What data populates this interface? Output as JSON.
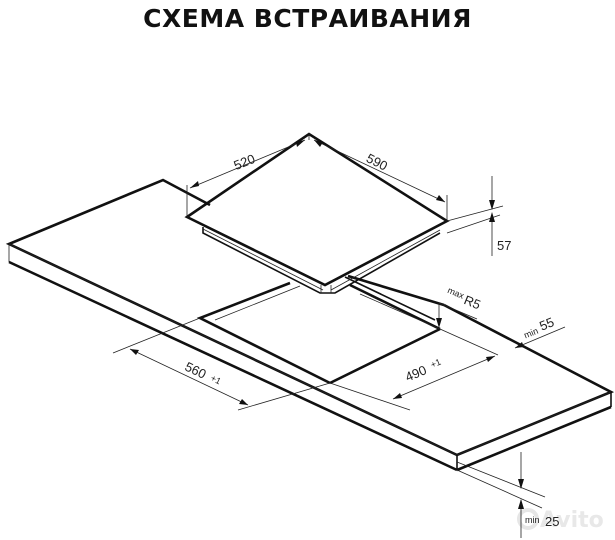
{
  "title": "СХЕМА ВСТРАИВАНИЯ",
  "dimensions": {
    "hob_depth": "520",
    "hob_width": "590",
    "hob_height": "57",
    "cutout_width": "560",
    "cutout_width_tol": "+1",
    "cutout_depth": "490",
    "cutout_depth_tol": "+1",
    "corner_radius_prefix": "max",
    "corner_radius": "R5",
    "back_clearance_prefix": "min",
    "back_clearance": "55",
    "worktop_thickness_prefix": "min",
    "worktop_thickness": "25"
  },
  "watermark": "Avito",
  "colors": {
    "line": "#111111",
    "background": "#ffffff"
  }
}
